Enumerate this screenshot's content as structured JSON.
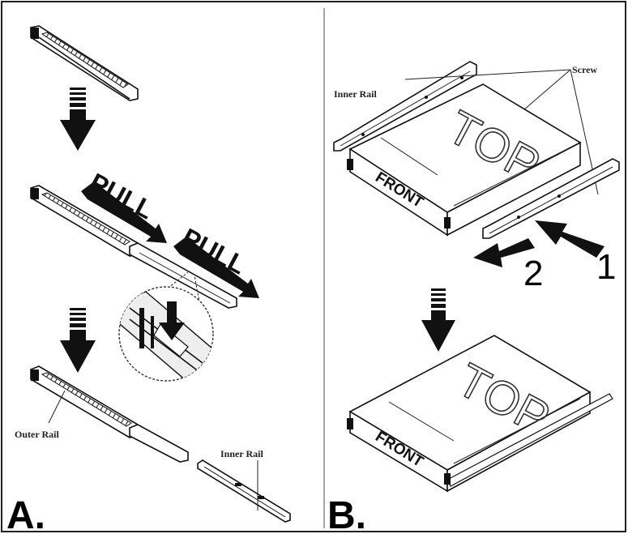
{
  "panels": {
    "a": {
      "letter": "A.",
      "pull_1": "PULL",
      "pull_2": "PULL",
      "outer_rail_label": "Outer Rail",
      "inner_rail_label": "Inner Rail"
    },
    "b": {
      "letter": "B.",
      "inner_rail_label": "Inner Rail",
      "screw_label": "Screw",
      "top_text_1": "TOP",
      "front_text_1": "FRONT",
      "step_1": "1",
      "step_2": "2",
      "top_text_2": "TOP",
      "front_text_2": "FRONT"
    }
  },
  "colors": {
    "ink": "#111111",
    "background": "#ffffff"
  }
}
